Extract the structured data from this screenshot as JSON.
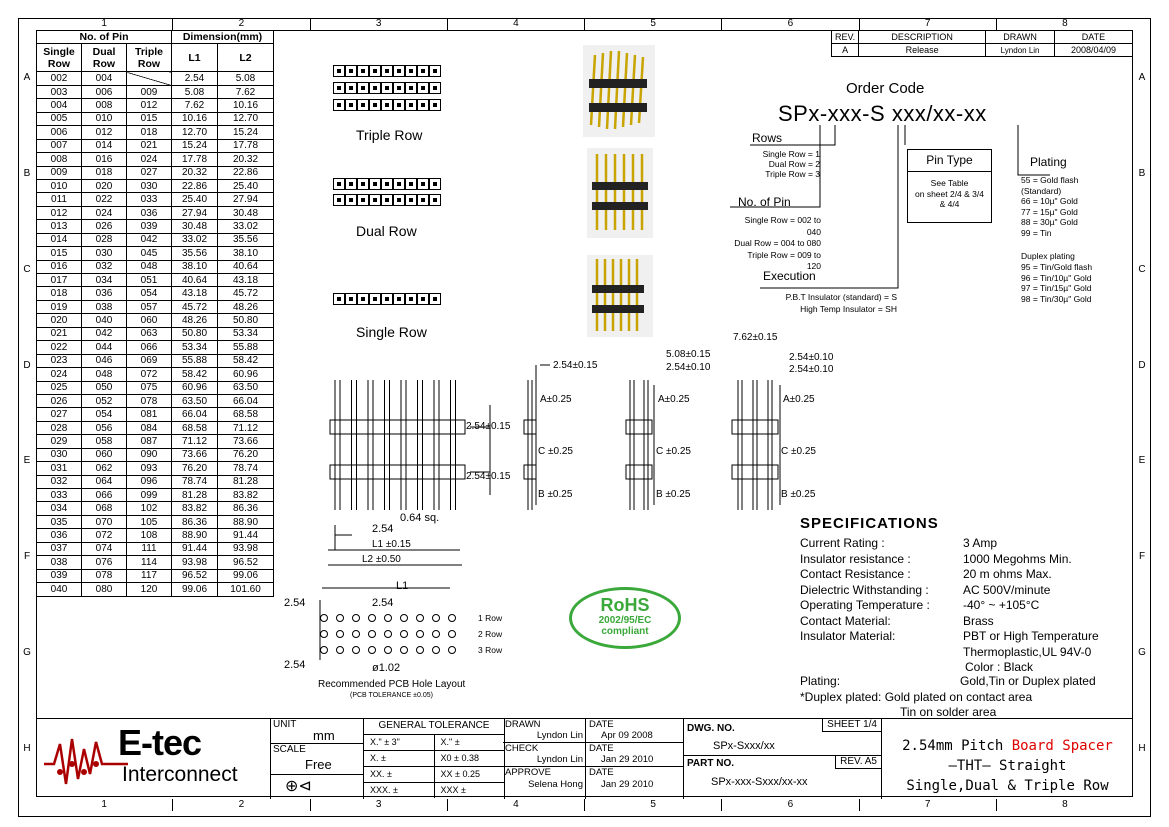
{
  "zones_cols": [
    "1",
    "2",
    "3",
    "4",
    "5",
    "6",
    "7",
    "8"
  ],
  "zones_rows": [
    "A",
    "B",
    "C",
    "D",
    "E",
    "F",
    "G",
    "H"
  ],
  "revision": {
    "headers": [
      "REV.",
      "DESCRIPTION",
      "DRAWN",
      "DATE"
    ],
    "row": [
      "A",
      "Release",
      "Lyndon Lin",
      "2008/04/09"
    ]
  },
  "pin_table": {
    "header_group1": "No. of Pin",
    "header_group2": "Dimension(mm)",
    "col_headers": [
      "Single Row",
      "Dual Row",
      "Triple Row",
      "L1",
      "L2"
    ],
    "rows": [
      [
        "002",
        "004",
        "",
        "2.54",
        "5.08"
      ],
      [
        "003",
        "006",
        "009",
        "5.08",
        "7.62"
      ],
      [
        "004",
        "008",
        "012",
        "7.62",
        "10.16"
      ],
      [
        "005",
        "010",
        "015",
        "10.16",
        "12.70"
      ],
      [
        "006",
        "012",
        "018",
        "12.70",
        "15.24"
      ],
      [
        "007",
        "014",
        "021",
        "15.24",
        "17.78"
      ],
      [
        "008",
        "016",
        "024",
        "17.78",
        "20.32"
      ],
      [
        "009",
        "018",
        "027",
        "20.32",
        "22.86"
      ],
      [
        "010",
        "020",
        "030",
        "22.86",
        "25.40"
      ],
      [
        "011",
        "022",
        "033",
        "25.40",
        "27.94"
      ],
      [
        "012",
        "024",
        "036",
        "27.94",
        "30.48"
      ],
      [
        "013",
        "026",
        "039",
        "30.48",
        "33.02"
      ],
      [
        "014",
        "028",
        "042",
        "33.02",
        "35.56"
      ],
      [
        "015",
        "030",
        "045",
        "35.56",
        "38.10"
      ],
      [
        "016",
        "032",
        "048",
        "38.10",
        "40.64"
      ],
      [
        "017",
        "034",
        "051",
        "40.64",
        "43.18"
      ],
      [
        "018",
        "036",
        "054",
        "43.18",
        "45.72"
      ],
      [
        "019",
        "038",
        "057",
        "45.72",
        "48.26"
      ],
      [
        "020",
        "040",
        "060",
        "48.26",
        "50.80"
      ],
      [
        "021",
        "042",
        "063",
        "50.80",
        "53.34"
      ],
      [
        "022",
        "044",
        "066",
        "53.34",
        "55.88"
      ],
      [
        "023",
        "046",
        "069",
        "55.88",
        "58.42"
      ],
      [
        "024",
        "048",
        "072",
        "58.42",
        "60.96"
      ],
      [
        "025",
        "050",
        "075",
        "60.96",
        "63.50"
      ],
      [
        "026",
        "052",
        "078",
        "63.50",
        "66.04"
      ],
      [
        "027",
        "054",
        "081",
        "66.04",
        "68.58"
      ],
      [
        "028",
        "056",
        "084",
        "68.58",
        "71.12"
      ],
      [
        "029",
        "058",
        "087",
        "71.12",
        "73.66"
      ],
      [
        "030",
        "060",
        "090",
        "73.66",
        "76.20"
      ],
      [
        "031",
        "062",
        "093",
        "76.20",
        "78.74"
      ],
      [
        "032",
        "064",
        "096",
        "78.74",
        "81.28"
      ],
      [
        "033",
        "066",
        "099",
        "81.28",
        "83.82"
      ],
      [
        "034",
        "068",
        "102",
        "83.82",
        "86.36"
      ],
      [
        "035",
        "070",
        "105",
        "86.36",
        "88.90"
      ],
      [
        "036",
        "072",
        "108",
        "88.90",
        "91.44"
      ],
      [
        "037",
        "074",
        "111",
        "91.44",
        "93.98"
      ],
      [
        "038",
        "076",
        "114",
        "93.98",
        "96.52"
      ],
      [
        "039",
        "078",
        "117",
        "96.52",
        "99.06"
      ],
      [
        "040",
        "080",
        "120",
        "99.06",
        "101.60"
      ]
    ]
  },
  "views": {
    "triple": "Triple Row",
    "dual": "Dual Row",
    "single": "Single Row"
  },
  "order": {
    "title": "Order Code",
    "code_a": "SPx-xxx-S",
    "code_b": "xxx/xx-xx",
    "rows_title": "Rows",
    "rows_lines": [
      "Single Row = 1",
      "Dual Row = 2",
      "Triple Row = 3"
    ],
    "pin_title": "No. of Pin",
    "pin_lines": [
      "Single Row = 002 to 040",
      "Dual Row = 004 to 080",
      "Triple Row = 009 to 120"
    ],
    "exec_title": "Execution",
    "exec_lines": [
      "P.B.T Insulator (standard) = S",
      "High Temp  Insulator = SH"
    ],
    "pintype_title": "Pin Type",
    "pintype_lines": [
      "See Table",
      "on sheet 2/4 & 3/4",
      "& 4/4"
    ],
    "plating_title": "Plating",
    "plating_lines": [
      "55 = Gold flash",
      "(Standard)",
      "66 = 10µ\" Gold",
      "77 = 15µ\" Gold",
      "88 = 30µ\" Gold",
      "99 = Tin"
    ],
    "duplex_title": "Duplex plating",
    "duplex_lines": [
      "95 = Tin/Gold flash",
      "96 = Tin/10µ\" Gold",
      "97 = Tin/15µ\" Gold",
      "98 = Tin/30µ\" Gold"
    ]
  },
  "dims": {
    "d254_015": "2.54±0.15",
    "d254_010": "2.54±0.10",
    "d508_015": "5.08±0.15",
    "d762_015": "7.62±0.15",
    "a025": "A±0.25",
    "b025": "B ±0.25",
    "c025": "C ±0.25",
    "sq": "0.64 sq.",
    "p254": "2.54",
    "l1": "L1 ±0.15",
    "l2": "L2 ±0.50",
    "l1_plain": "L1",
    "phi": "ø1.02",
    "row1": "1 Row",
    "row2": "2 Row",
    "row3": "3 Row",
    "pcb_title": "Recommended PCB Hole Layout",
    "pcb_tol": "(PCB TOLERANCE  ±0.05)"
  },
  "rohs": {
    "line1": "RoHS",
    "line2": "2002/95/EC",
    "line3": "compliant"
  },
  "specs": {
    "title": "SPECIFICATIONS",
    "items": [
      [
        "Current Rating :",
        "3 Amp"
      ],
      [
        "Insulator resistance :",
        "1000 Megohms Min."
      ],
      [
        "Contact Resistance :",
        "20 m ohms Max."
      ],
      [
        "Dielectric Withstanding :",
        "AC 500V/minute"
      ],
      [
        "Operating Temperature :",
        "-40° ~ +105°C"
      ],
      [
        "Contact Material:",
        "Brass"
      ],
      [
        "Insulator Material:",
        "PBT or High Temperature"
      ],
      [
        "",
        "Thermoplastic,UL 94V-0"
      ],
      [
        "",
        "Color : Black"
      ]
    ],
    "plating_label": "Plating:",
    "plating_value": "Gold,Tin or Duplex plated",
    "duplex_note1": "*Duplex plated: Gold plated on contact area",
    "duplex_note2": "Tin on solder area"
  },
  "title_block": {
    "brand": "E-tec",
    "brand_sub": "Interconnect",
    "unit_label": "UNIT",
    "unit_value": "mm",
    "scale_label": "SCALE",
    "scale_value": "Free",
    "tol_title": "GENERAL TOLERANCE",
    "tol_rows": [
      [
        "X.\"   ±  3\"",
        "X.\"  ±"
      ],
      [
        "X.    ±",
        "X0    ± 0.38"
      ],
      [
        "XX.   ±",
        "XX    ± 0.25"
      ],
      [
        "XXX.  ±",
        "XXX ±"
      ]
    ],
    "drawn_label": "DRAWN",
    "drawn_name": "Lyndon Lin",
    "check_label": "CHECK",
    "check_name": "Lyndon Lin",
    "approve_label": "APPROVE",
    "approve_name": "Selena Hong",
    "date_label": "DATE",
    "date1": "Apr 09 2008",
    "date2": "Jan 29 2010",
    "date3": "Jan 29 2010",
    "dwg_label": "DWG. NO.",
    "dwg_value": "SPx-Sxxx/xx",
    "sheet": "SHEET 1/4",
    "part_label": "PART NO.",
    "part_value": "SPx-xxx-Sxxx/xx-xx",
    "rev": "REV. A5",
    "title1a": "2.54mm Pitch ",
    "title1b": "Board Spacer",
    "title2": "–THT– Straight",
    "title3": "Single,Dual & Triple Row"
  }
}
